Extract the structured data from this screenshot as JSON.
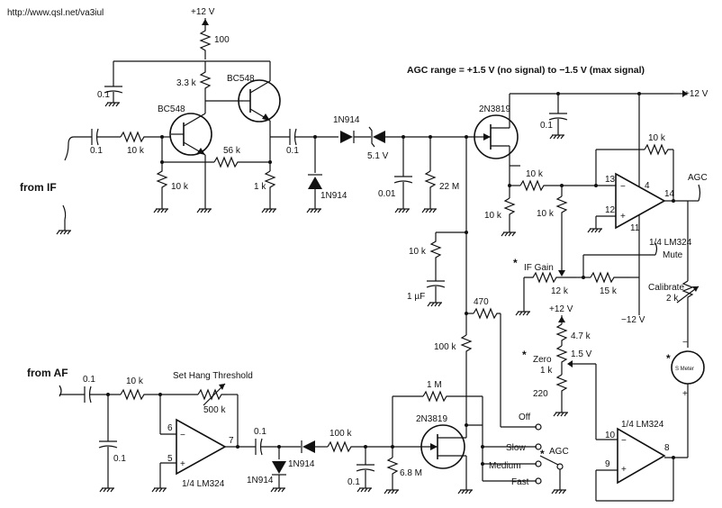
{
  "url": "http://www.qsl.net/va3iul",
  "notes": {
    "agc_range": "AGC range = +1.5 V (no signal) to −1.5 V (max signal)"
  },
  "inputs": {
    "from_if": "from IF",
    "from_af": "from AF"
  },
  "outputs": {
    "agc": "AGC",
    "mute": "Mute"
  },
  "supply": {
    "v12_top": "+12 V",
    "v12_right": "+12 V",
    "v12_zero": "+12 V",
    "vneg12": "−12 V",
    "v15": "1.5 V"
  },
  "transistors": {
    "q1": "BC548",
    "q2": "BC548",
    "fet1": "2N3819",
    "fet2": "2N3819"
  },
  "diodes": {
    "d1": "1N914",
    "d2": "1N914",
    "d3": "1N914",
    "d4": "1N914",
    "zener": "5.1 V"
  },
  "opamps": {
    "u1": "1/4 LM324",
    "u2": "1/4 LM324",
    "u3": "1/4 LM324"
  },
  "pins": {
    "u1_inv": "13",
    "u1_noninv": "12",
    "u1_out": "14",
    "u1_vcc": "4",
    "u1_vee": "11",
    "u2_inv": "6",
    "u2_noninv": "5",
    "u2_out": "7",
    "u3_inv": "10",
    "u3_noninv": "9",
    "u3_out": "8"
  },
  "components": {
    "r100": "100",
    "r3k3": "3.3 k",
    "c01_a": "0.1",
    "c01_in": "0.1",
    "r10k_in": "10 k",
    "r56k": "56 k",
    "r10k_b": "10 k",
    "r1k": "1 k",
    "c01_b": "0.1",
    "c001": "0.01",
    "r22m": "22 M",
    "c01_c": "0.1",
    "r10k_fb": "10 k",
    "r10k_u1in": "10 k",
    "r10k_s": "10 k",
    "r10k_p": "10 k",
    "r10k_t": "10 k",
    "c1u": "1 µF",
    "r470": "470",
    "r100k_a": "100 k",
    "ifgain_label": "IF Gain",
    "ifgain_val": "12 k",
    "r15k": "15 k",
    "cal_label": "Calibrate",
    "cal_val": "2 k",
    "r4k7": "4.7 k",
    "zero_label": "Zero",
    "zero_val": "1 k",
    "r220": "220",
    "smeter": "S Meter",
    "c01_af": "0.1",
    "r10k_af": "10 k",
    "c01_af2": "0.1",
    "hang_label": "Set Hang Threshold",
    "hang_val": "500 k",
    "c01_d": "0.1",
    "r100k_b": "100 k",
    "c01_e": "0.1",
    "r68m": "6.8 M",
    "r1m": "1 M"
  },
  "switch": {
    "off": "Off",
    "slow": "Slow",
    "medium": "Medium",
    "fast": "Fast",
    "agc": "AGC"
  },
  "marks": {
    "meter_plus": "+",
    "meter_minus": "−",
    "star": "*"
  }
}
